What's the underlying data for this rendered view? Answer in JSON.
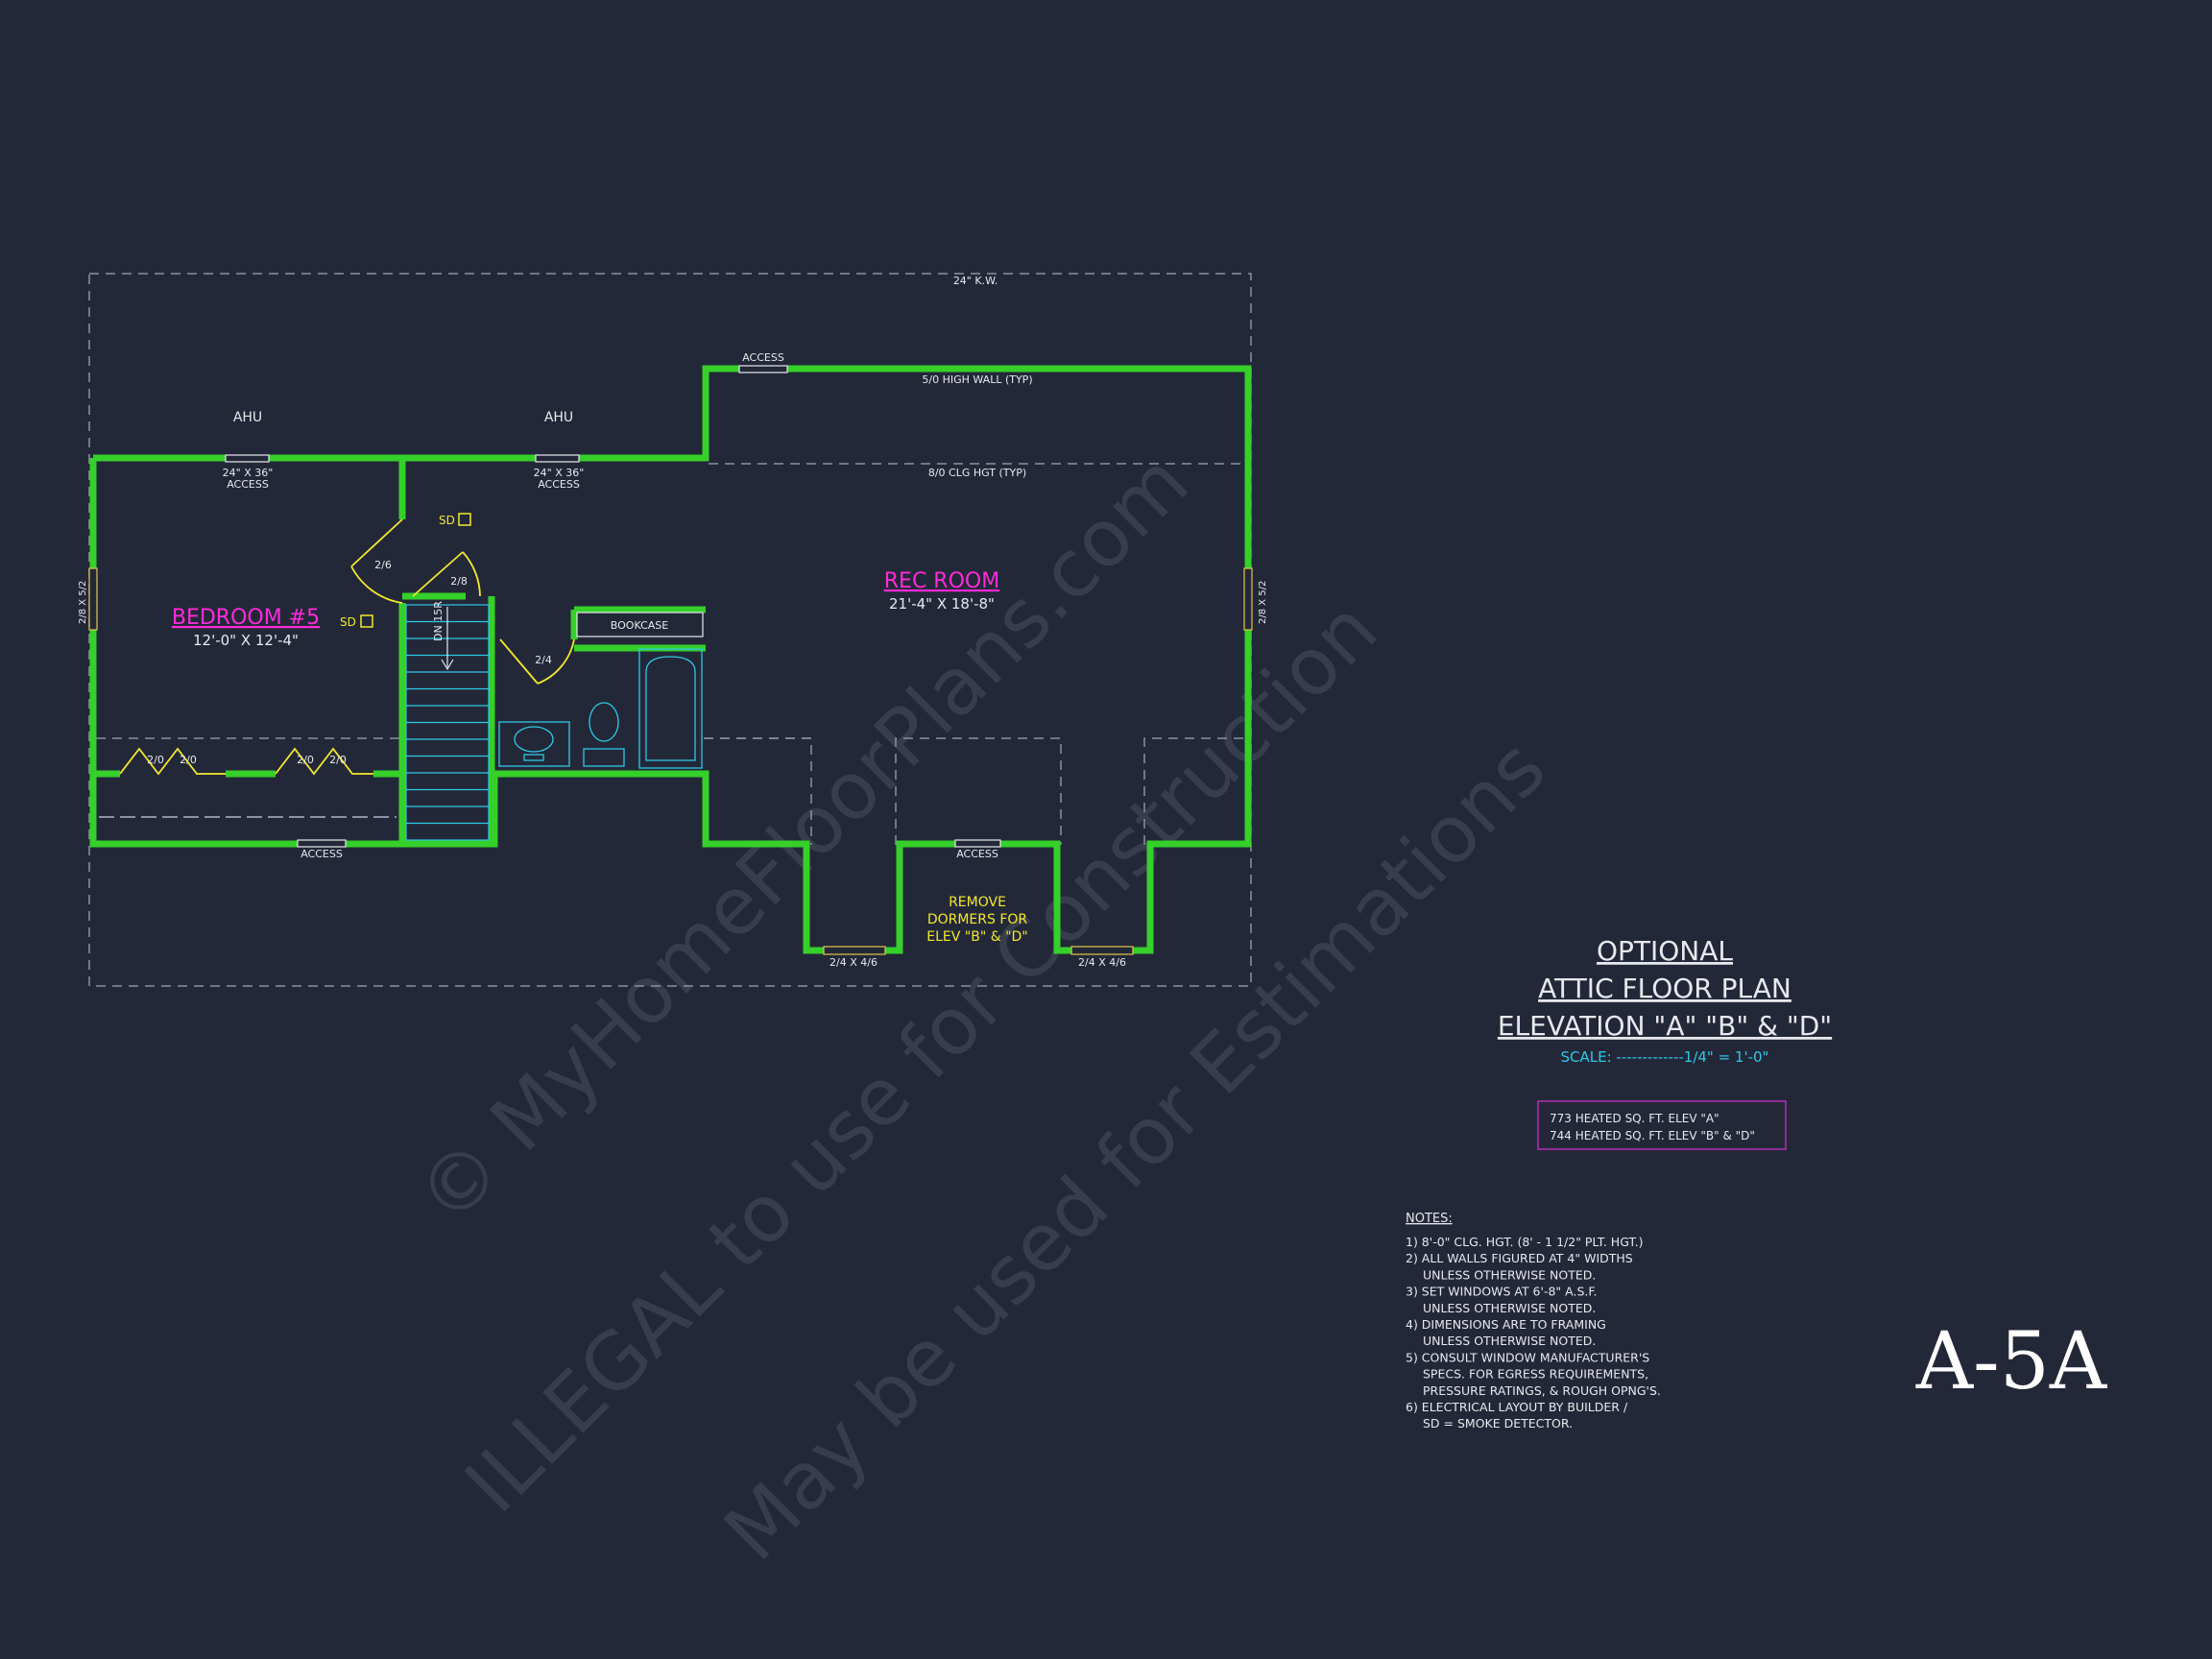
{
  "colors": {
    "background": "#232838",
    "wall": "#35d02a",
    "dim": "#8c90a0",
    "text": "#e8e8ee",
    "room_label": "#ff2ad8",
    "annotation": "#f2e82e",
    "fixture": "#2ec9e6",
    "note_box": "#b52fb8",
    "watermark": "#3a3f50"
  },
  "watermark": {
    "line1": "© MyHomeFloorPlans.com",
    "line2": "ILLEGAL to use for Construction",
    "line3": "May be used for Estimations"
  },
  "plan": {
    "kw_label": "24\" K.W.",
    "ahu_left": "AHU",
    "ahu_right": "AHU",
    "access_top_right": "ACCESS",
    "access_left_line1": "24\" X 36\"",
    "access_left_line2": "ACCESS",
    "access_mid_line1": "24\" X 36\"",
    "access_mid_line2": "ACCESS",
    "access_bottom_left": "ACCESS",
    "access_bottom_dormer": "ACCESS",
    "high_wall_label": "5/0 HIGH WALL (TYP)",
    "clg_hgt_label": "8/0 CLG HGT (TYP)",
    "sd_upper": "SD",
    "sd_bedroom": "SD",
    "door_bedroom": "2/6",
    "door_stair": "2/8",
    "door_bath": "2/4",
    "stair_label": "DN 15R",
    "bookcase": "BOOKCASE",
    "window_left": "2/8 X 5/2",
    "window_right": "2/8 X 5/2",
    "closet_doors": [
      "2/0",
      "2/0",
      "2/0",
      "2/0"
    ],
    "bedroom_name": "BEDROOM #5",
    "bedroom_size": "12'-0\" X 12'-4\"",
    "rec_name": "REC ROOM",
    "rec_size": "21'-4\" X 18'-8\"",
    "remove_dormers_line1": "REMOVE",
    "remove_dormers_line2": "DORMERS FOR",
    "remove_dormers_line3": "ELEV \"B\" & \"D\"",
    "dormer_window_left": "2/4 X 4/6",
    "dormer_window_right": "2/4 X 4/6"
  },
  "title_block": {
    "line1": "OPTIONAL",
    "line2": "ATTIC FLOOR PLAN",
    "line3": "ELEVATION \"A\" \"B\" & \"D\"",
    "scale": "SCALE: -------------1/4\" = 1'-0\"",
    "sqft_a": "773 HEATED SQ. FT. ELEV \"A\"",
    "sqft_bd": "744 HEATED SQ. FT. ELEV \"B\" & \"D\""
  },
  "notes": {
    "heading": "NOTES:",
    "lines": [
      "1) 8'-0\"  CLG. HGT. (8' - 1 1/2\" PLT. HGT.)",
      "2) ALL  WALLS FIGURED AT 4\" WIDTHS",
      "UNLESS OTHERWISE NOTED.",
      "3) SET WINDOWS AT 6'-8\" A.S.F.",
      "UNLESS OTHERWISE NOTED.",
      "4) DIMENSIONS ARE TO FRAMING",
      "UNLESS OTHERWISE NOTED.",
      "5) CONSULT WINDOW MANUFACTURER'S",
      "SPECS. FOR EGRESS REQUIREMENTS,",
      "PRESSURE RATINGS, & ROUGH OPNG'S.",
      "6) ELECTRICAL LAYOUT BY BUILDER /",
      "SD = SMOKE DETECTOR."
    ]
  },
  "sheet_id": "A-5A"
}
